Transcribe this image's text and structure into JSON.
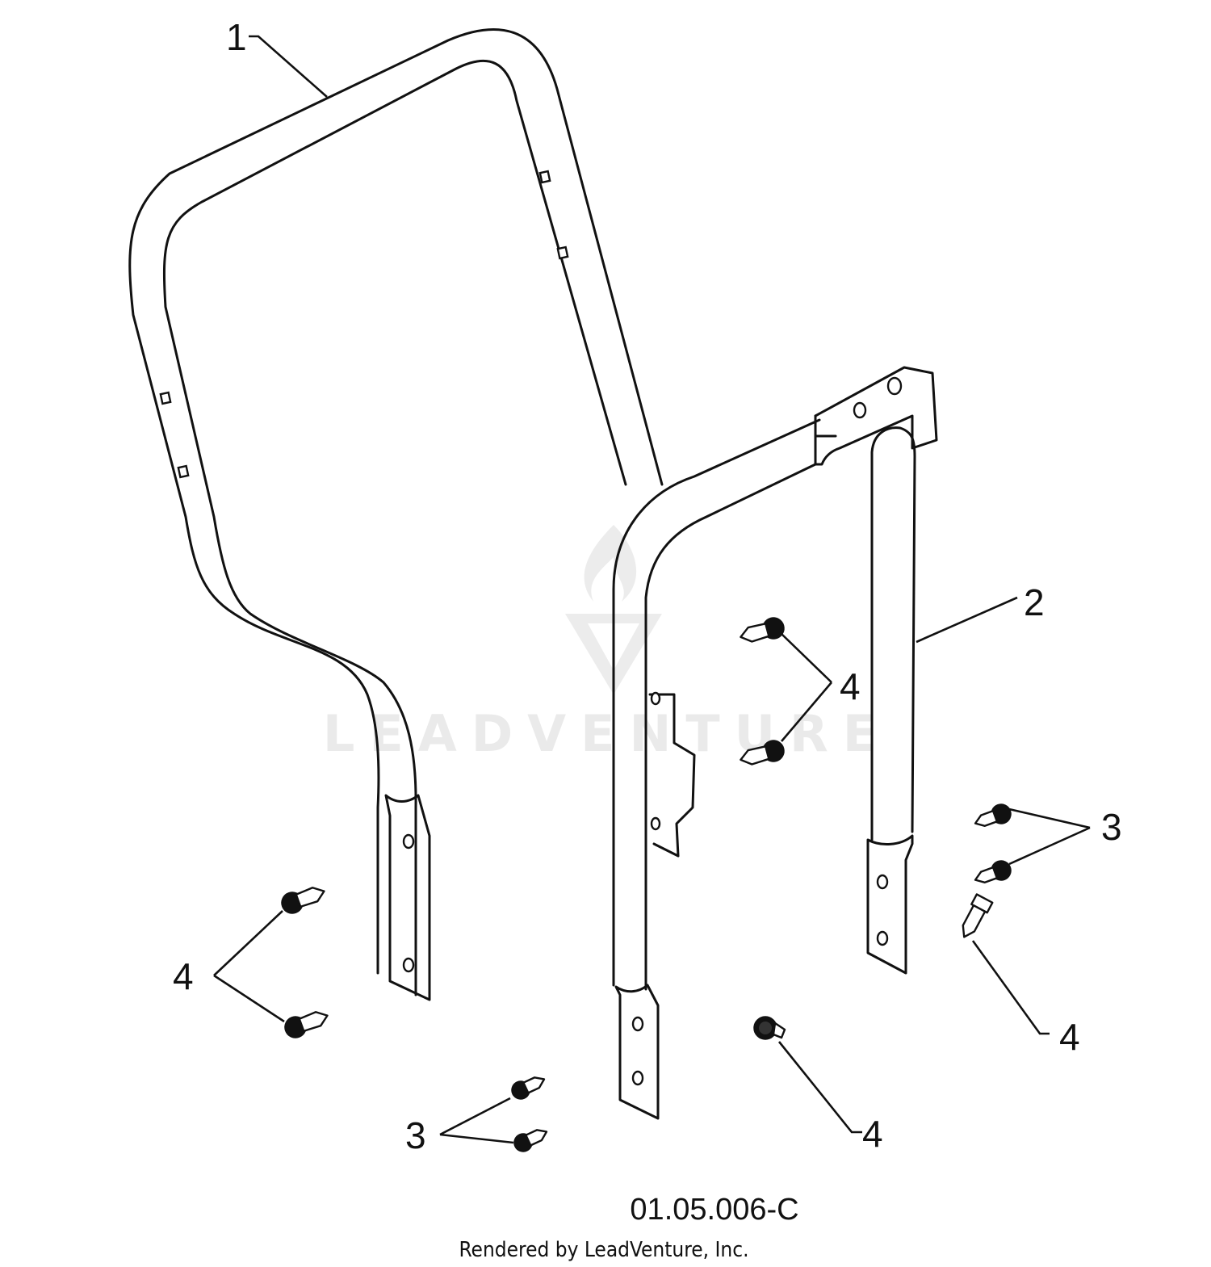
{
  "callouts": {
    "part_1": "1",
    "part_2": "2",
    "part_3_right": "3",
    "part_3_bottom": "3",
    "part_4_center": "4",
    "part_4_left": "4",
    "part_4_right": "4",
    "part_4_bottom": "4"
  },
  "drawing_code": "01.05.006-C",
  "credit": "Rendered by LeadVenture, Inc.",
  "watermark": "LEADVENTURE",
  "colors": {
    "line": "#111111",
    "watermark": "#eaeaea",
    "background": "#ffffff"
  }
}
